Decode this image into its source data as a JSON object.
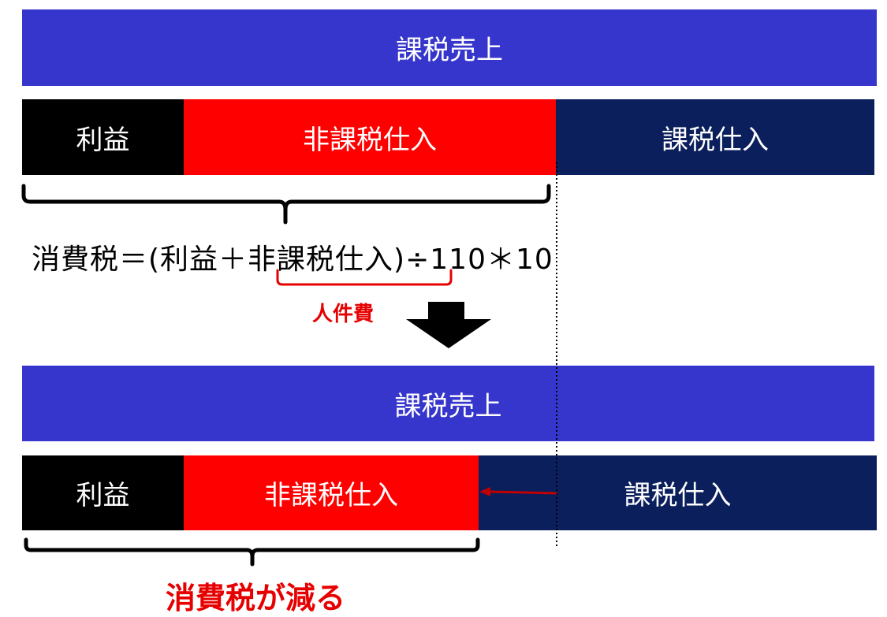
{
  "top": {
    "sales_label": "課税売上",
    "profit_label": "利益",
    "nontaxable_label": "非課税仕入",
    "taxable_label": "課税仕入"
  },
  "formula": {
    "text": "消費税＝(利益＋非課税仕入)÷110＊10"
  },
  "annotation_label": "人件費",
  "bottom": {
    "sales_label": "課税売上",
    "profit_label": "利益",
    "nontaxable_label": "非課税仕入",
    "taxable_label": "課税仕入"
  },
  "conclusion": "消費税が減る",
  "colors": {
    "sales": "#3636cc",
    "profit": "#000000",
    "nontaxable": "#ff0000",
    "taxable": "#0b1f5c",
    "accent_red": "#e60000"
  }
}
